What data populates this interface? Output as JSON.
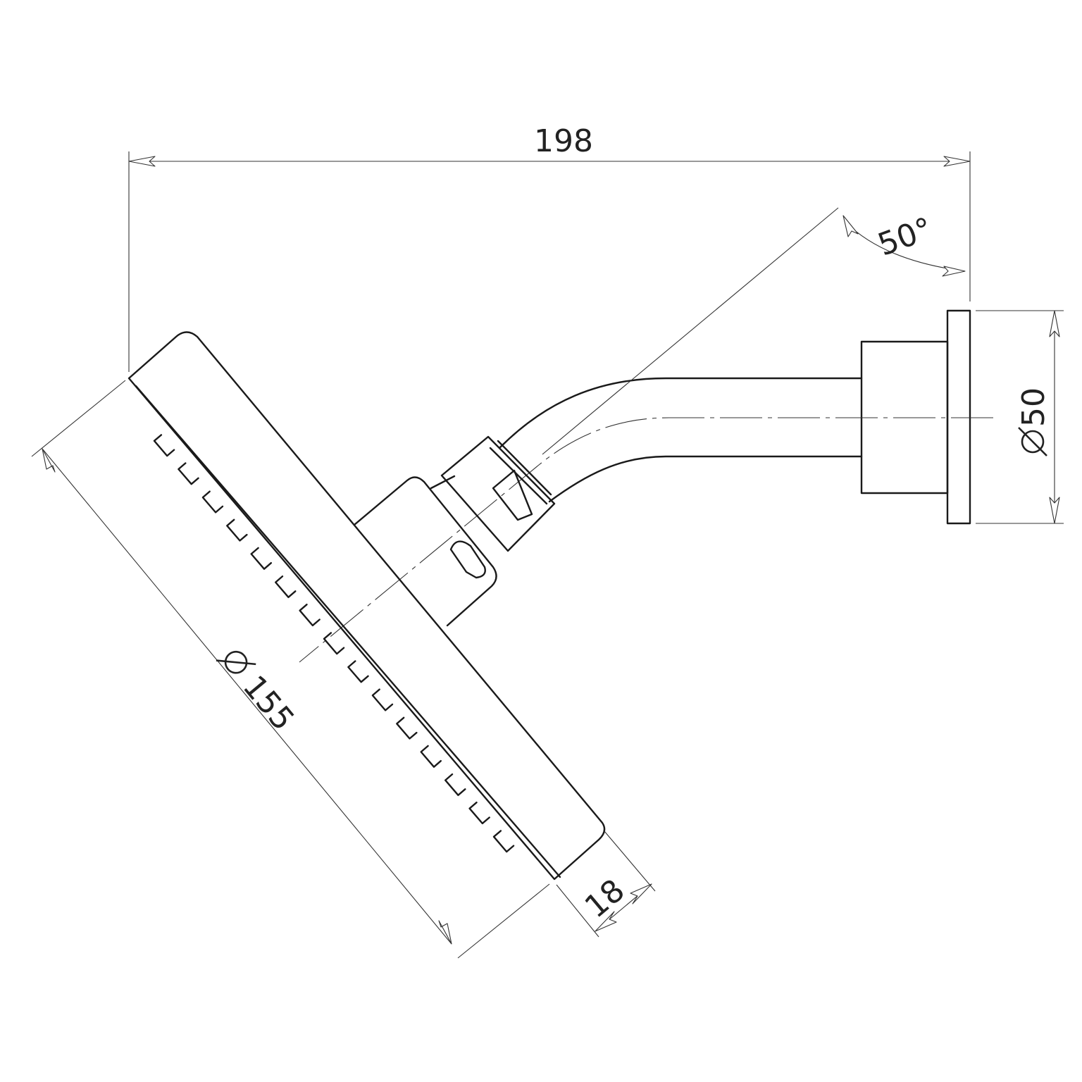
{
  "drawing": {
    "subject": "shower head on angled arm with wall flange",
    "line_color": "#1a1a1a",
    "background": "#ffffff"
  },
  "dimensions": {
    "overall_length": "198",
    "arm_angle": "50°",
    "flange_diameter": "50",
    "head_diameter": "155",
    "head_thickness": "18"
  },
  "icons": {
    "diameter_symbol": "diameter-icon"
  }
}
